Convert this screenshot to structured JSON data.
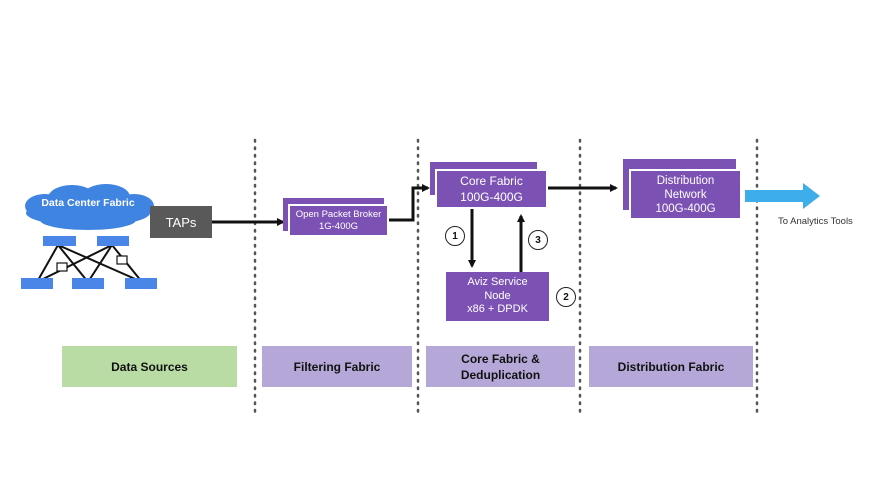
{
  "sources": {
    "cloud_label": "Data Center Fabric",
    "taps_label": "TAPs"
  },
  "filtering": {
    "box_line1": "Open Packet Broker",
    "box_line2": "1G-400G"
  },
  "core": {
    "box_line1": "Core Fabric",
    "box_line2": "100G-400G",
    "service_line1": "Aviz Service",
    "service_line2": "Node",
    "service_line3": "x86 + DPDK",
    "step1": "1",
    "step2": "2",
    "step3": "3"
  },
  "distribution": {
    "box_line1": "Distribution",
    "box_line2": "Network",
    "box_line3": "100G-400G",
    "output_label": "To Analytics Tools"
  },
  "stages": [
    {
      "label": "Data Sources"
    },
    {
      "label": "Filtering Fabric"
    },
    {
      "label_line1": "Core Fabric &",
      "label_line2": "Deduplication"
    },
    {
      "label": "Distribution Fabric"
    }
  ],
  "colors": {
    "purple": "#7b52b3",
    "cloud": "#3f84e0",
    "node": "#4a86e8",
    "arrow_out": "#3daee9",
    "green": "#b9dba4",
    "lavender": "#b5a8d8"
  }
}
